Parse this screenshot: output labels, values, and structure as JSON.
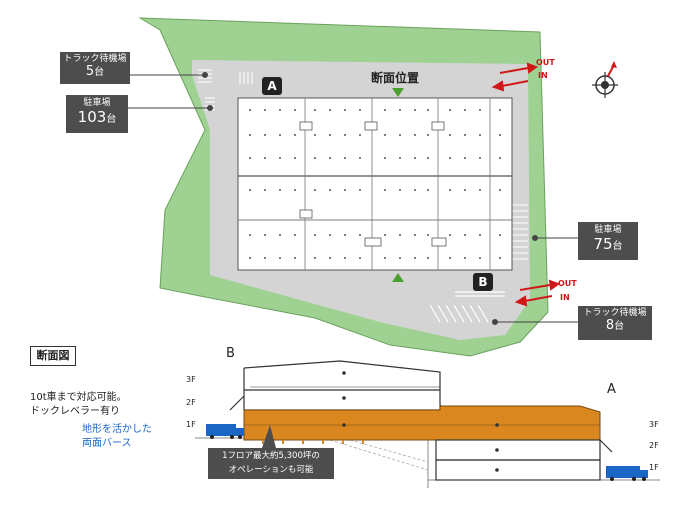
{
  "site_plan": {
    "callouts": {
      "truck_wait_top": {
        "label": "トラック待機場",
        "value": "5",
        "unit": "台"
      },
      "parking_left": {
        "label": "駐車場",
        "value": "103",
        "unit": "台"
      },
      "parking_right": {
        "label": "駐車場",
        "value": "75",
        "unit": "台"
      },
      "truck_wait_bottom": {
        "label": "トラック待機場",
        "value": "8",
        "unit": "台"
      }
    },
    "badges": {
      "a": "A",
      "b": "B"
    },
    "section_position_label": "断面位置",
    "traffic_top": {
      "out": "OUT",
      "in": "IN"
    },
    "traffic_bottom": {
      "out": "OUT",
      "in": "IN"
    }
  },
  "section": {
    "title": "断面図",
    "desc_line1": "10t車まで対応可能。",
    "desc_line2": "ドックレベラー有り",
    "highlight_line1": "地形を活かした",
    "highlight_line2": "両面バース",
    "end_b": "B",
    "end_a": "A",
    "floors_left": [
      "3F",
      "2F",
      "1F"
    ],
    "floors_right": [
      "3F",
      "2F",
      "1F"
    ],
    "note_line1": "1フロア最大約5,300坪の",
    "note_line2": "オペレーションも可能"
  },
  "colors": {
    "site_green": "#9fd193",
    "paved_gray": "#d4d4d4",
    "floor_orange": "#d9871e",
    "accent_blue": "#1a66c4",
    "arrow_red": "#d01818",
    "callout_dark": "#4d4d4d"
  }
}
